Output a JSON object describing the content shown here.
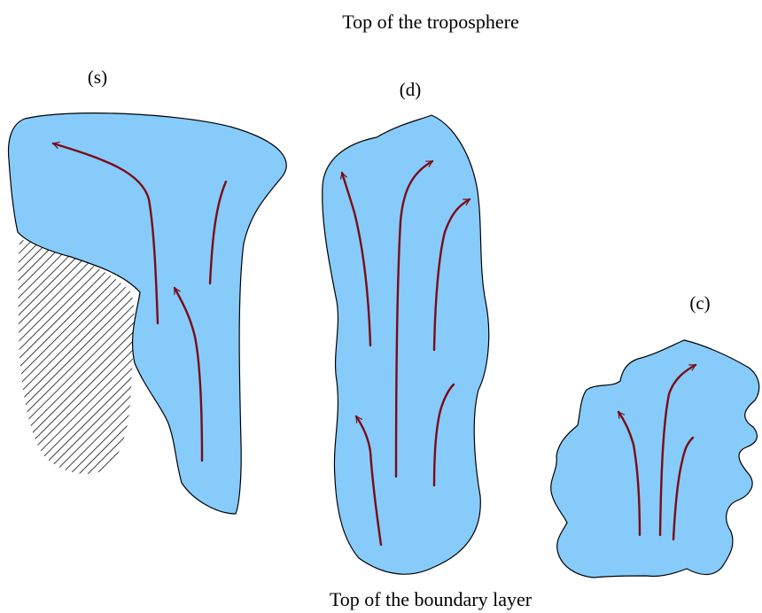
{
  "labels": {
    "top": "Top of the troposphere",
    "bottom": "Top of the boundary layer"
  },
  "clouds": [
    {
      "id": "s",
      "label": "(s)"
    },
    {
      "id": "d",
      "label": "(d)"
    },
    {
      "id": "c",
      "label": "(c)"
    }
  ],
  "colors": {
    "cloud_fill": "#87CBFA",
    "arrow": "#7A0A14",
    "outline": "#000000",
    "hatch": "#000000"
  }
}
